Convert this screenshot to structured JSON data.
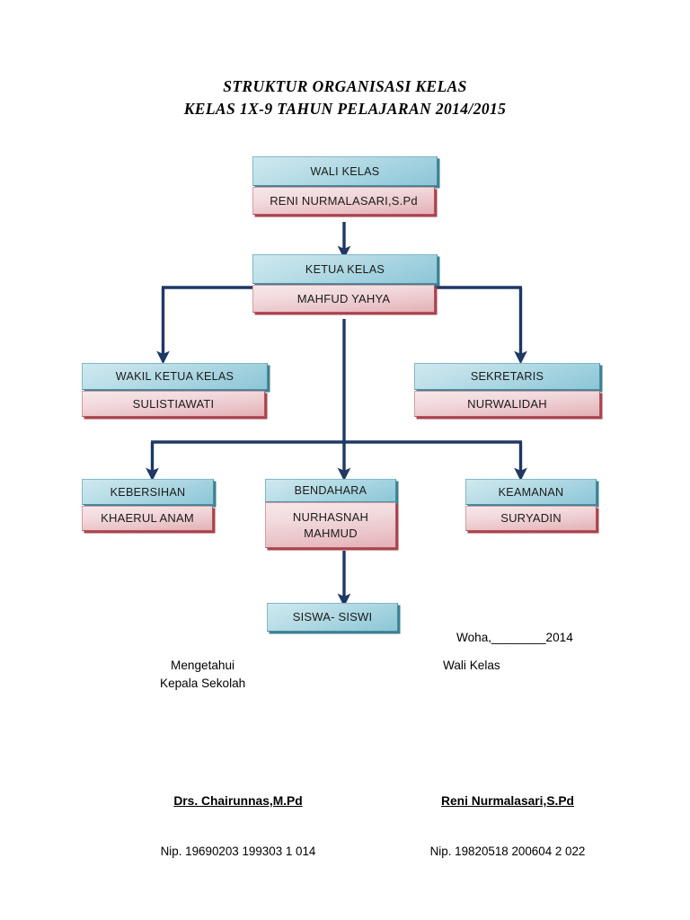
{
  "document": {
    "title_lines": [
      "STRUKTUR ORGANISASI KELAS",
      "KELAS 1X-9 TAHUN PELAJARAN 2014/2015"
    ]
  },
  "colors": {
    "head_fill_light": "#cfe8ef",
    "head_fill_dark": "#8cc6d6",
    "head_shadow": "#3d7f93",
    "name_fill_light": "#f7e7e9",
    "name_fill_dark": "#e3b1b6",
    "name_shadow": "#a8434d",
    "connector": "#1f3864",
    "text": "#1b1b1b"
  },
  "nodes": {
    "wali_kelas": {
      "role": "WALI KELAS",
      "person": "RENI NURMALASARI,S.Pd"
    },
    "ketua_kelas": {
      "role": "KETUA KELAS",
      "person": "MAHFUD YAHYA"
    },
    "wakil_ketua_kelas": {
      "role": "WAKIL KETUA KELAS",
      "person": "SULISTIAWATI"
    },
    "sekretaris": {
      "role": "SEKRETARIS",
      "person": "NURWALIDAH"
    },
    "kebersihan": {
      "role": "KEBERSIHAN",
      "person": "KHAERUL  ANAM"
    },
    "bendahara": {
      "role": "BENDAHARA",
      "person_line1": "NURHASNAH",
      "person_line2": "MAHMUD"
    },
    "keamanan": {
      "role": "KEAMANAN",
      "person": "SURYADIN"
    },
    "siswa_siswi": {
      "role": "SISWA- SISWI"
    }
  },
  "footer": {
    "place_date": "Woha,________2014",
    "right_role": "Wali Kelas",
    "left_label_line1": "Mengetahui",
    "left_label_line2": "Kepala Sekolah",
    "signature_left": {
      "name": "Drs. Chairunnas,M.Pd",
      "nip": "Nip. 19690203 199303 1 014"
    },
    "signature_right": {
      "name": "Reni Nurmalasari,S.Pd",
      "nip": "Nip. 19820518 200604 2 022"
    }
  }
}
